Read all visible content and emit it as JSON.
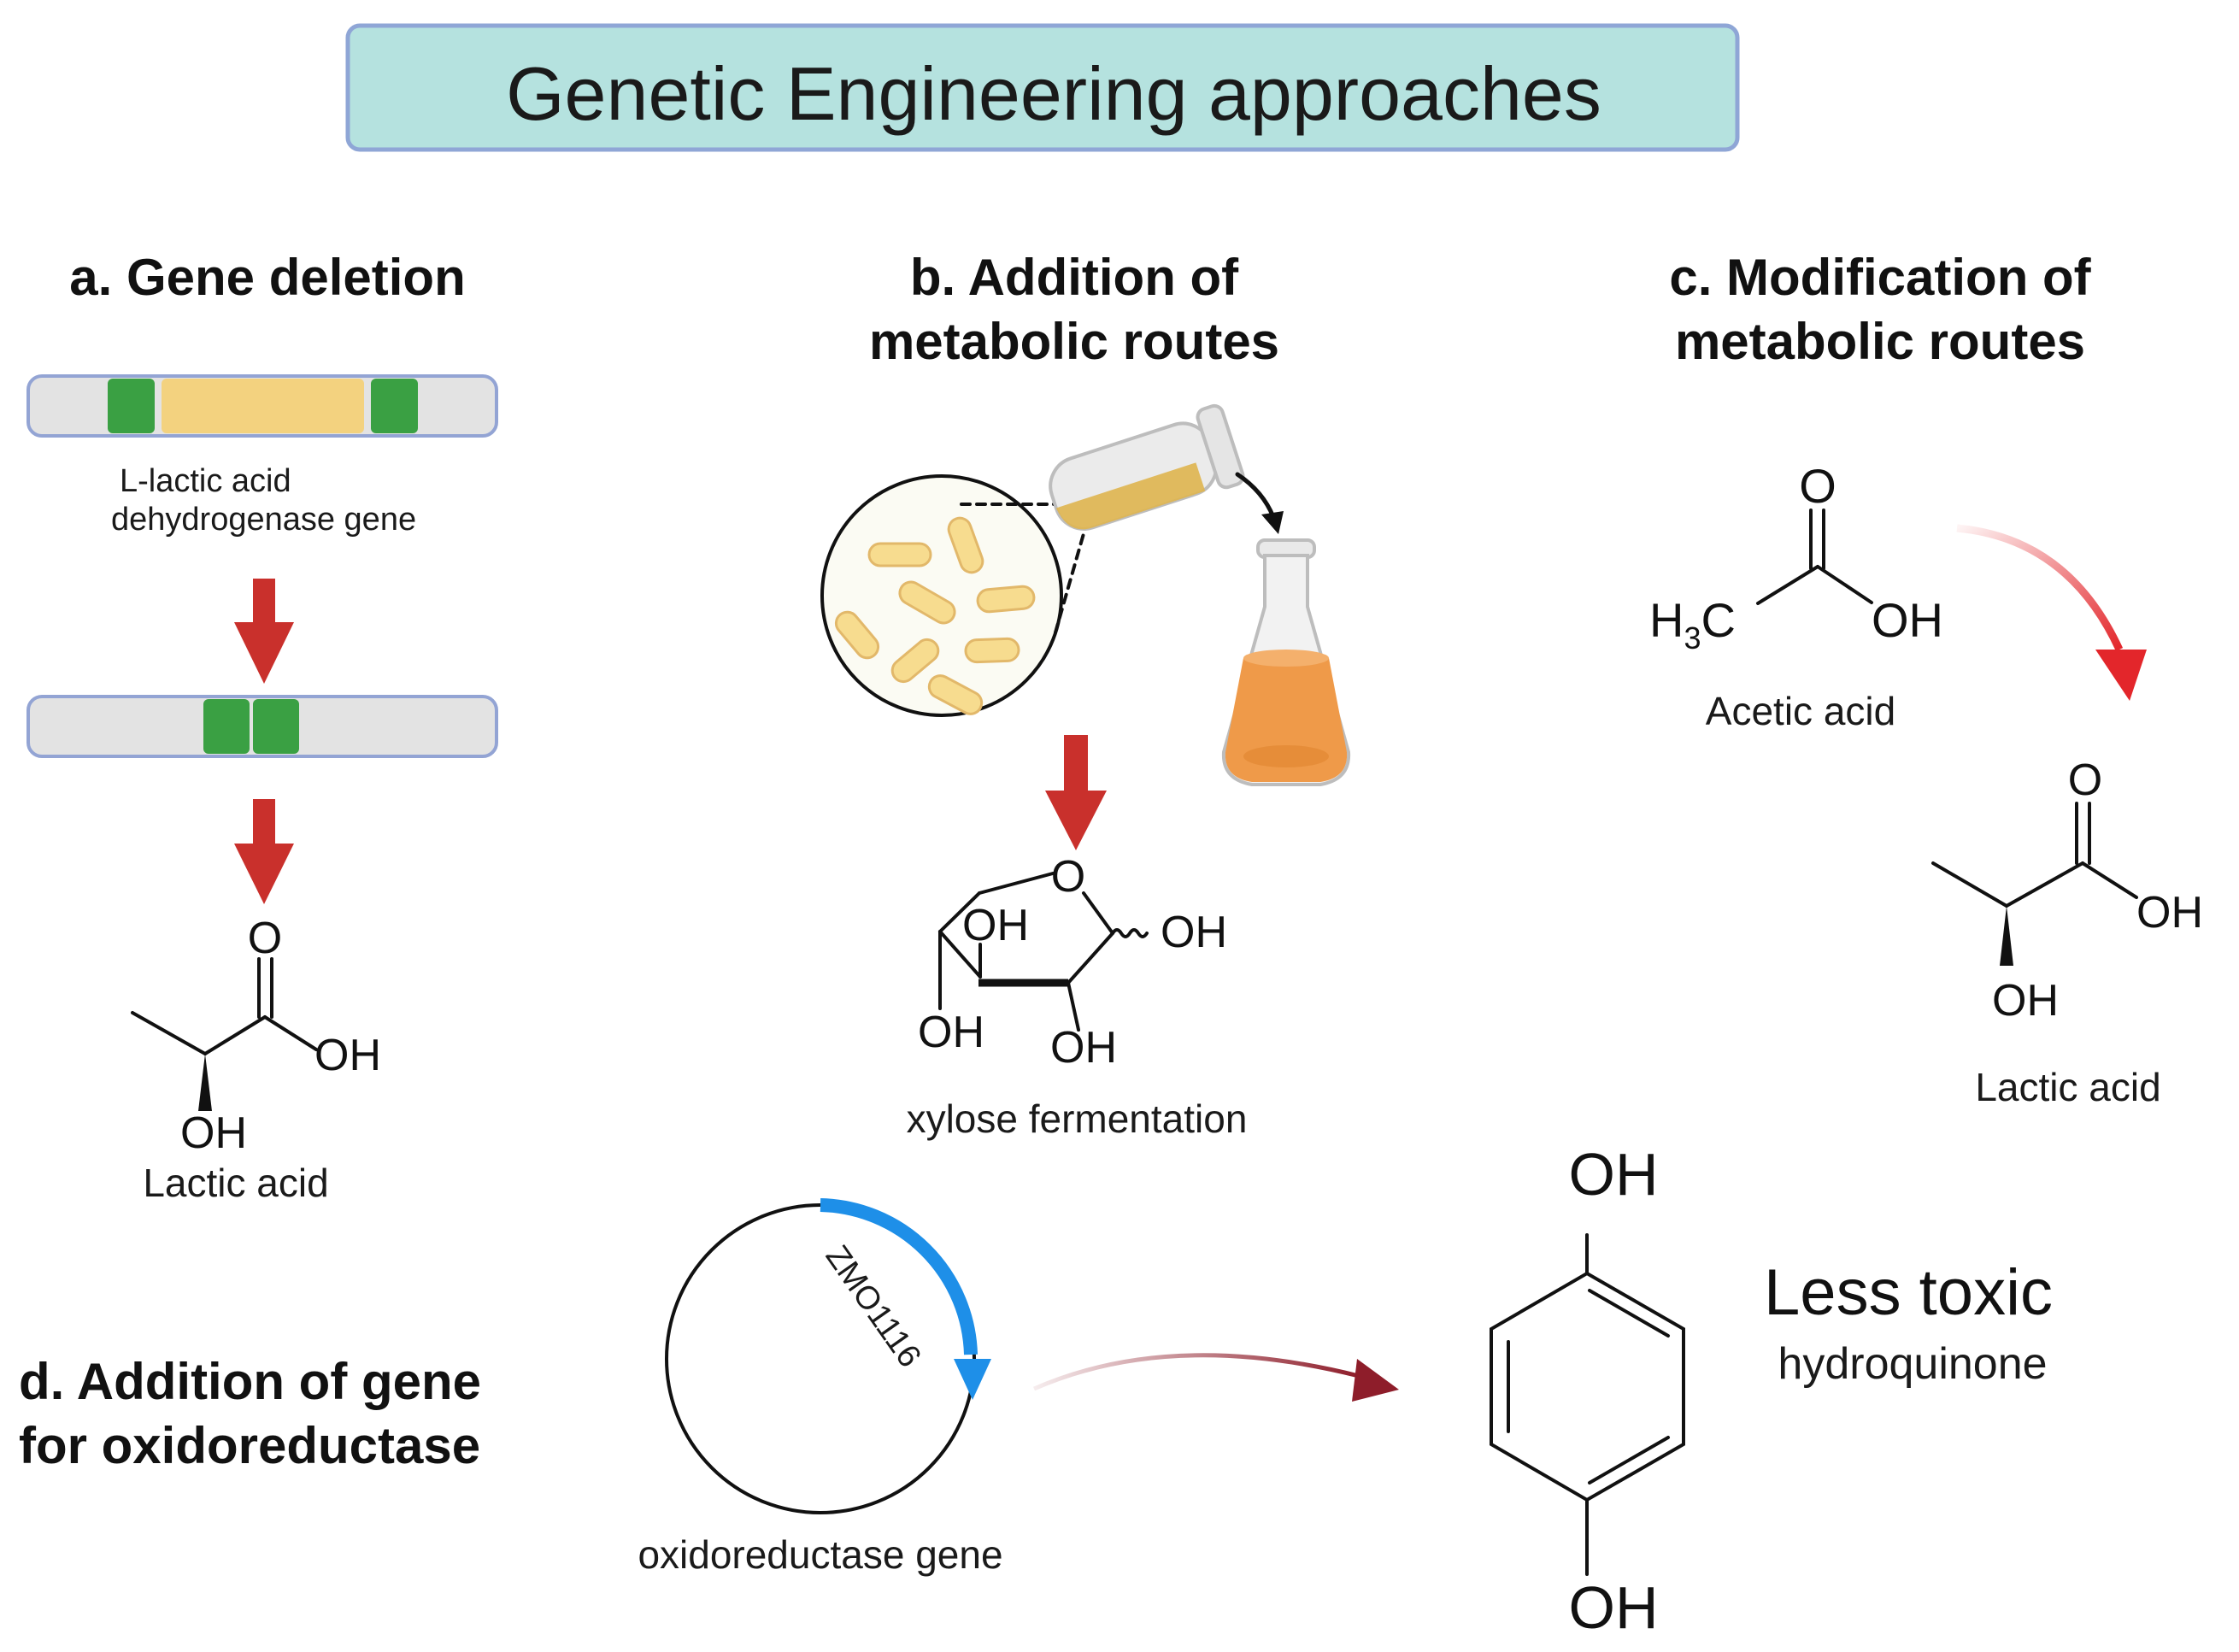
{
  "title": "Genetic Engineering approaches",
  "colors": {
    "title_bg": "#b5e2df",
    "title_border": "#8fa6d6",
    "arrow_red": "#c9302c",
    "arrow_bright_red": "#e3262b",
    "arrow_maroon": "#8e1d2a",
    "gene_green": "#3aa043",
    "gene_yellow": "#f3d27f",
    "bar_gray": "#e3e3e3",
    "bar_border": "#93a4d4",
    "plasmid_blue": "#1e8fe8",
    "flask_orange": "#ef9a49",
    "cell_yellow": "#f7dc8f"
  },
  "panel_a": {
    "heading": "a. Gene deletion",
    "gene_label_line1": "L-lactic acid",
    "gene_label_line2": "dehydrogenase gene",
    "atom_o": "O",
    "atom_oh_acid": "OH",
    "atom_oh_alpha": "OH",
    "product": "Lactic acid"
  },
  "panel_b": {
    "heading_line1": "b. Addition of",
    "heading_line2": "metabolic routes",
    "ring_o": "O",
    "oh_anomeric": "OH",
    "oh_ring_top": "OH",
    "oh_bottom_left": "OH",
    "oh_bottom_right": "OH",
    "product": "xylose fermentation"
  },
  "panel_c": {
    "heading_line1": "c. Modification of",
    "heading_line2": "metabolic routes",
    "acetic_o": "O",
    "acetic_h": "H",
    "acetic_sub": "3",
    "acetic_c": "C",
    "acetic_oh": "OH",
    "substrate": "Acetic acid",
    "lactic_o": "O",
    "lactic_oh_acid": "OH",
    "lactic_oh_alpha": "OH",
    "product": "Lactic acid"
  },
  "panel_d": {
    "heading_line1": "d. Addition of gene",
    "heading_line2": "for oxidoreductase",
    "plasmid_gene": "ZMO1116",
    "plasmid_label": "oxidoreductase gene",
    "oh_top": "OH",
    "oh_bottom": "OH",
    "result_title": "Less toxic",
    "result_compound": "hydroquinone"
  }
}
